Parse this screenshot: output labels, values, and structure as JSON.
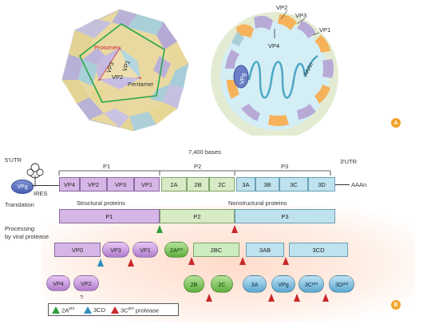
{
  "panelA": {
    "capsid_labels": {
      "protomer": "Protomer",
      "pentamer": "Pentamer",
      "vp1": "VP1",
      "vp2": "VP2",
      "vp3": "VP3"
    },
    "virion_labels": {
      "vp2": "VP2",
      "vp3": "VP3",
      "vp1": "VP1",
      "vp4": "VP4",
      "vpg": "VPg",
      "aaan": "AAAn"
    },
    "badge": "A"
  },
  "genome": {
    "length": "7,400 bases",
    "utr5": "5'UTR",
    "utr3": "3'UTR",
    "vpg": "VPg",
    "ires": "IRES",
    "polyA": "AAAn",
    "regions": [
      "P1",
      "P2",
      "P3"
    ],
    "p1_cells": [
      "VP4",
      "VP2",
      "VP3",
      "VP1"
    ],
    "p2_cells": [
      "2A",
      "2B",
      "2C"
    ],
    "p3_cells": [
      "3A",
      "3B",
      "3C",
      "3D"
    ]
  },
  "translation": {
    "label": "Translation",
    "structural": "Structural proteins",
    "nonstructural": "Nonstructural proteins",
    "bars": [
      "P1",
      "P2",
      "P3"
    ]
  },
  "processing": {
    "label_line1": "Processing",
    "label_line2": "by viral protease",
    "row1": {
      "vp0": "VP0",
      "vp3": "VP3",
      "vp1": "VP1",
      "twoA": "2A",
      "twoA_sup": "pro",
      "twoBC": "2BC",
      "threeAB": "3AB",
      "threeCD": "3CD"
    },
    "row2": {
      "vp4": "VP4",
      "vp2": "VP2",
      "q": "?",
      "twoB": "2B",
      "twoC": "2C",
      "threeA": "3A",
      "vpg": "VPg",
      "threeC": "3C",
      "threeC_sup": "pro",
      "threeD": "3D",
      "threeD_sup": "pol"
    }
  },
  "legend": {
    "item1": "2A",
    "item1_sup": "pro",
    "item2": "3CD",
    "item3": "3C",
    "item3_sup": "pro",
    "item3_tail": " protease"
  },
  "colors": {
    "green_tri": "#2e9e3a",
    "blue_tri": "#2f8fbf",
    "red_tri": "#c8282a",
    "badge": "#f0a32a"
  },
  "badgeB": "B"
}
